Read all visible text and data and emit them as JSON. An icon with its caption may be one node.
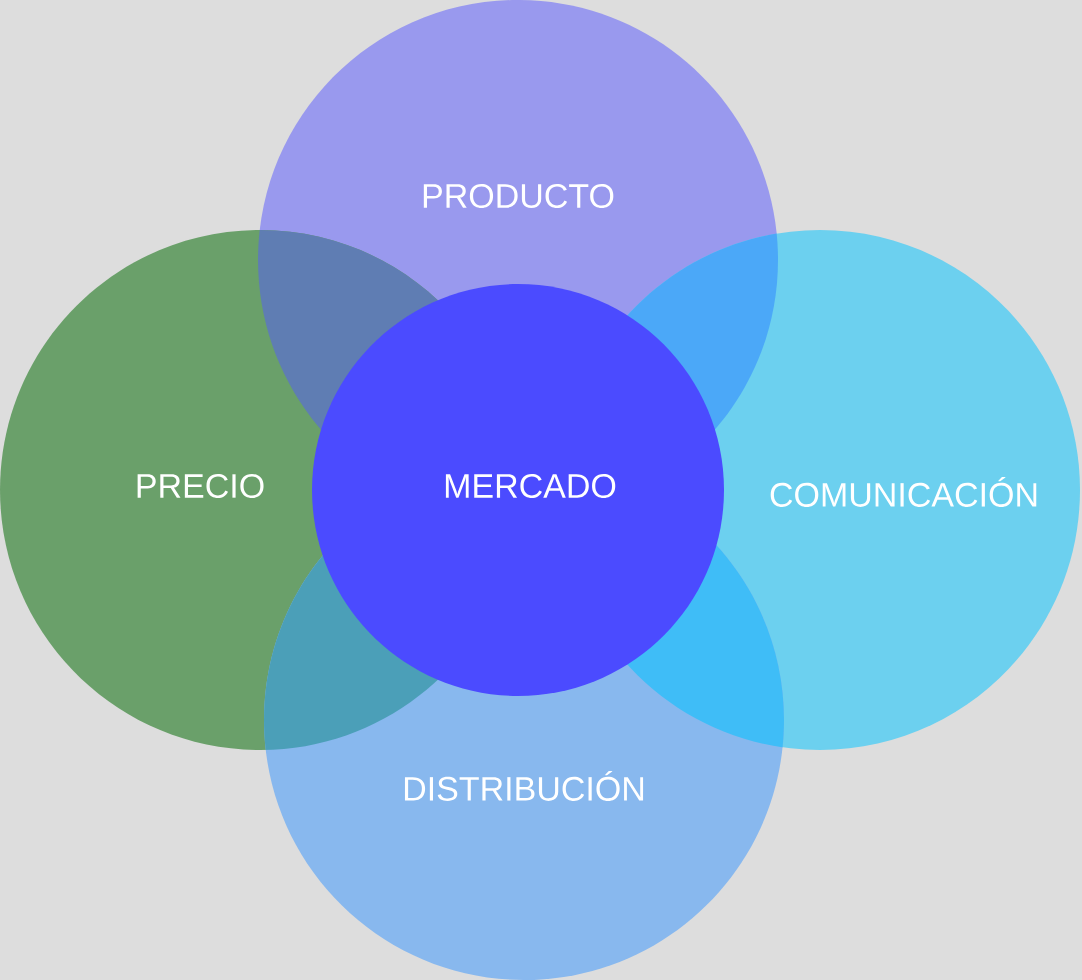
{
  "diagram": {
    "nodes": [
      {
        "text": [
          "PRODUCTO"
        ]
      },
      {
        "text": [
          "PRECIO"
        ]
      },
      {
        "text": [
          "MERCADO"
        ]
      },
      {
        "text": [
          "COMUNICACIÓN"
        ]
      },
      {
        "text": [
          "DISTRIBUCIÓN"
        ]
      }
    ]
  }
}
